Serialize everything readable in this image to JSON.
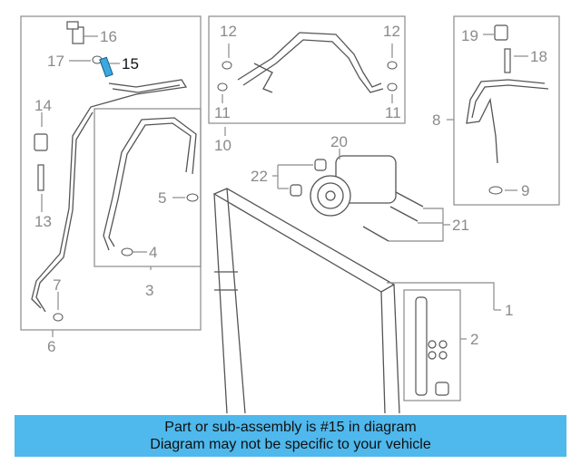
{
  "callouts": {
    "c1": "1",
    "c2": "2",
    "c3": "3",
    "c4": "4",
    "c5": "5",
    "c6": "6",
    "c7": "7",
    "c8": "8",
    "c9": "9",
    "c10": "10",
    "c11a": "11",
    "c11b": "11",
    "c12a": "12",
    "c12b": "12",
    "c13": "13",
    "c14": "14",
    "c15": "15",
    "c16": "16",
    "c17": "17",
    "c18": "18",
    "c19": "19",
    "c20": "20",
    "c21": "21",
    "c22": "22"
  },
  "highlight_part": "15",
  "colors": {
    "banner": "#4fb8ec",
    "highlight": "#3aa9e0",
    "line": "#8a8a8a",
    "part": "#555555"
  },
  "banner": {
    "line1": "Part or sub-assembly is #15 in diagram",
    "line2": "Diagram may not be specific to your vehicle"
  }
}
